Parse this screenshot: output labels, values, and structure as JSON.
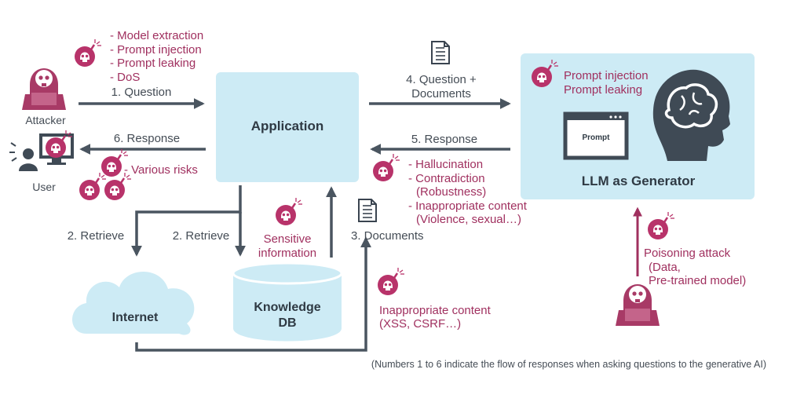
{
  "nodes": {
    "application": "Application",
    "llm_generator": "LLM as Generator",
    "prompt_window": "Prompt",
    "internet": "Internet",
    "knowledge_db_line1": "Knowledge",
    "knowledge_db_line2": "DB"
  },
  "actors": {
    "attacker": "Attacker",
    "user": "User"
  },
  "flows": {
    "question": "1. Question",
    "retrieve_internet": "2. Retrieve",
    "retrieve_db": "2. Retrieve",
    "documents": "3. Documents",
    "question_documents_line1": "4. Question +",
    "question_documents_line2": "Documents",
    "response_llm": "5. Response",
    "response_user": "6. Response"
  },
  "risks": {
    "attacker_risks": [
      "- Model extraction",
      "- Prompt injection",
      "- Prompt leaking",
      "- DoS"
    ],
    "user_risks": [
      "- Various risks"
    ],
    "llm_risks": [
      "Prompt injection",
      "Prompt leaking"
    ],
    "response_risks": [
      "- Hallucination",
      "- Contradiction",
      "(Robustness)",
      "- Inappropriate content",
      "(Violence, sexual…)"
    ],
    "sensitive_info": [
      "Sensitive",
      "information"
    ],
    "document_risks": [
      "Inappropriate content",
      "(XSS, CSRF…)"
    ],
    "poisoning": [
      "Poisoning attack",
      "(Data,",
      "Pre-trained model)"
    ]
  },
  "footnote": "(Numbers 1 to 6 indicate the flow of responses when asking questions to the generative AI)",
  "colors": {
    "box_fill": "#cdebf5",
    "arrow": "#4a5560",
    "risk_text": "#a0305f",
    "skull": "#b8336a",
    "attacker": "#a83a66",
    "label": "#444c55",
    "title": "#2f3a44",
    "llm_arrow": "#a0305f"
  },
  "icons": [
    "skull-bomb-icon",
    "attacker-icon",
    "user-computer-icon",
    "document-icon",
    "brain-head-icon",
    "cloud-icon",
    "database-icon"
  ]
}
